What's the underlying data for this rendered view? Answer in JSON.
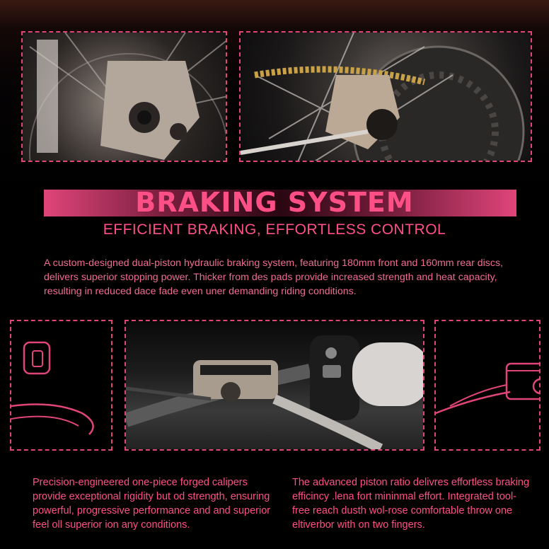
{
  "heading": {
    "title": "BRAKING SYSTEM",
    "subtitle": "EFFICIENT BRAKING, EFFORTLESS CONTROL"
  },
  "description": "A custom-designed dual-piston hydraulic braking system, featuring 180mm front and 160mm rear discs, delivers superior stopping power. Thicker from des pads provide increased strength and heat capacity, resulting in reduced dace fade even uner demanding riding conditions.",
  "notes": {
    "left": "Precision-engineered one-piece forged calipers provide exceptional rigidity but od strength, ensuring powerful, progressive performance and and superior feel oll superior ion any conditions.",
    "right": "The advanced piston ratio delivres effortless braking efficincy .lena fort mininmal effort. Integrated tool-free reach dusth wol-rose comfortable throw one eltiverbor with on two fingers."
  },
  "images": {
    "front_caliper": "front-brake-caliper-photo",
    "rear_caliper": "rear-brake-caliper-photo",
    "brake_lever": "brake-lever-master-cylinder-photo"
  },
  "colors": {
    "accent": "#e0457a",
    "title": "#ff4f87",
    "background": "#000000"
  }
}
